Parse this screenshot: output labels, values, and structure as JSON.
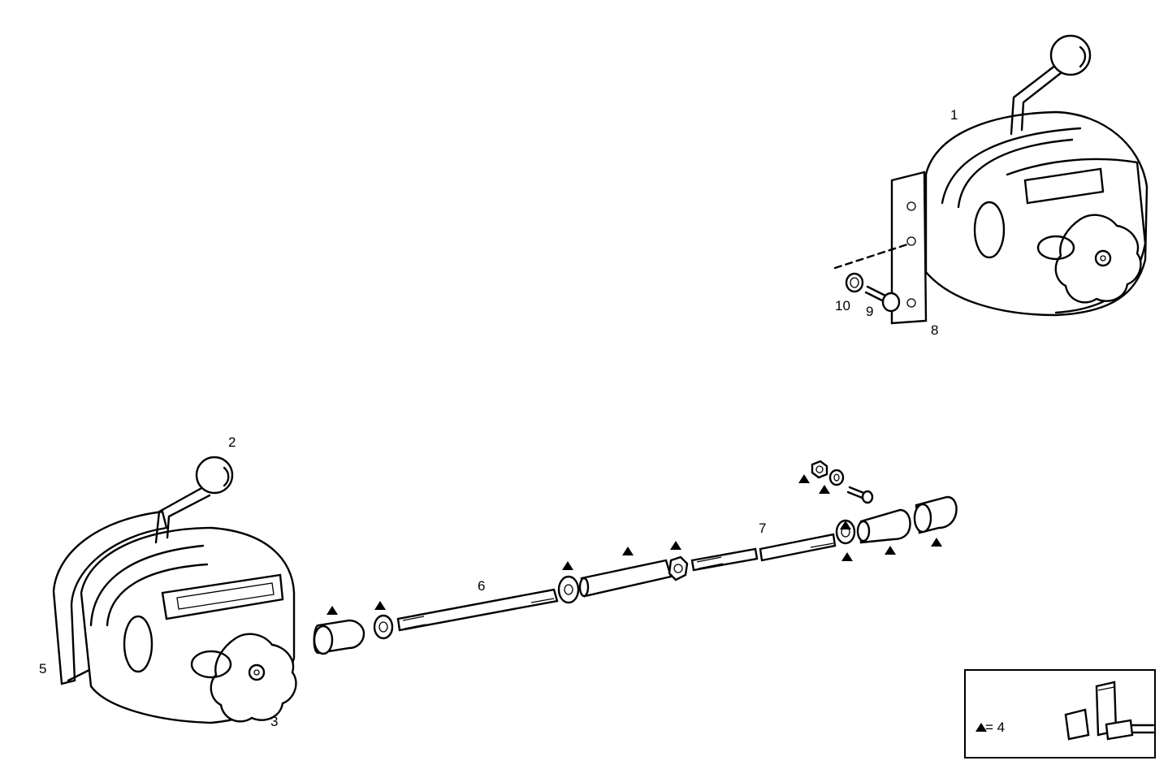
{
  "callouts": {
    "c1": "1",
    "c2": "2",
    "c3": "3",
    "c5": "5",
    "c6": "6",
    "c7": "7",
    "c8": "8",
    "c9": "9",
    "c10": "10"
  },
  "legend": {
    "equals_text": "= 4",
    "symbol": "triangle-icon"
  }
}
